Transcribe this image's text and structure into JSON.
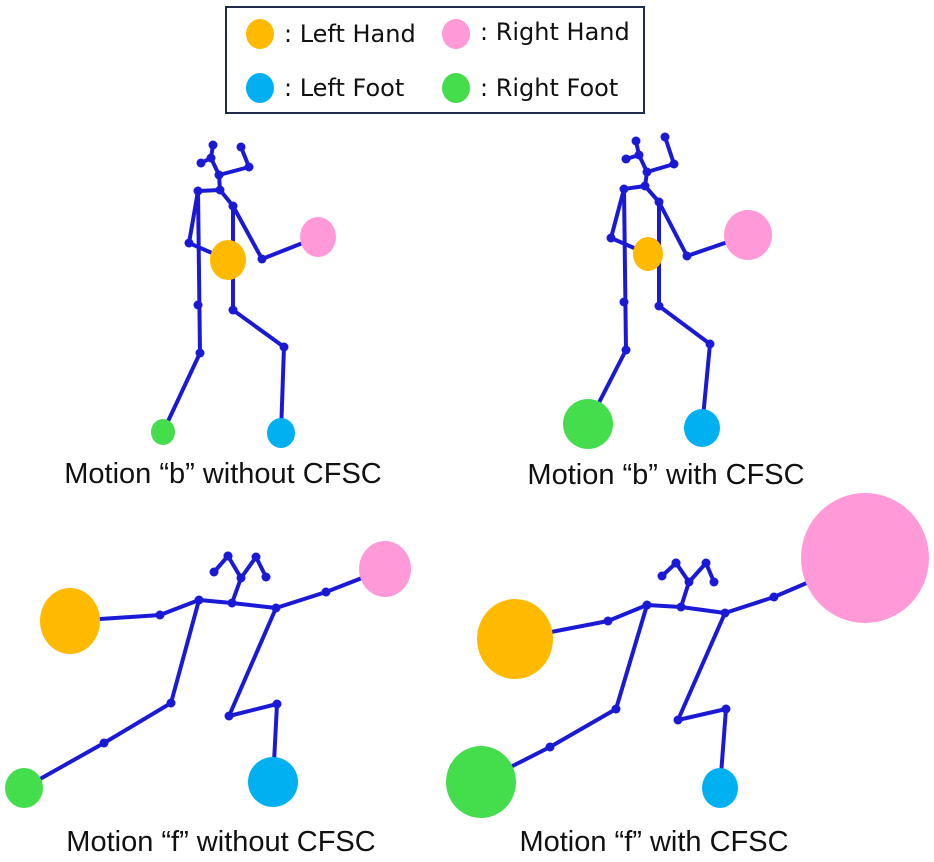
{
  "legend": {
    "items": [
      {
        "key": "left_hand",
        "label": ": Left Hand",
        "color": "#FFBA00"
      },
      {
        "key": "right_hand",
        "label": ": Right Hand",
        "color": "#FF99D8"
      },
      {
        "key": "left_foot",
        "label": ": Left Foot",
        "color": "#00B0F0"
      },
      {
        "key": "right_foot",
        "label": ": Right Foot",
        "color": "#44DD4C"
      }
    ]
  },
  "skeleton_color": "#1A1AD6",
  "panels": [
    {
      "caption": "Motion “b” without CFSC",
      "motion": "b",
      "cfsc": false
    },
    {
      "caption": "Motion “b” with CFSC",
      "motion": "b",
      "cfsc": true
    },
    {
      "caption": "Motion “f” without CFSC",
      "motion": "f",
      "cfsc": false
    },
    {
      "caption": "Motion “f” with CFSC",
      "motion": "f",
      "cfsc": true
    }
  ]
}
